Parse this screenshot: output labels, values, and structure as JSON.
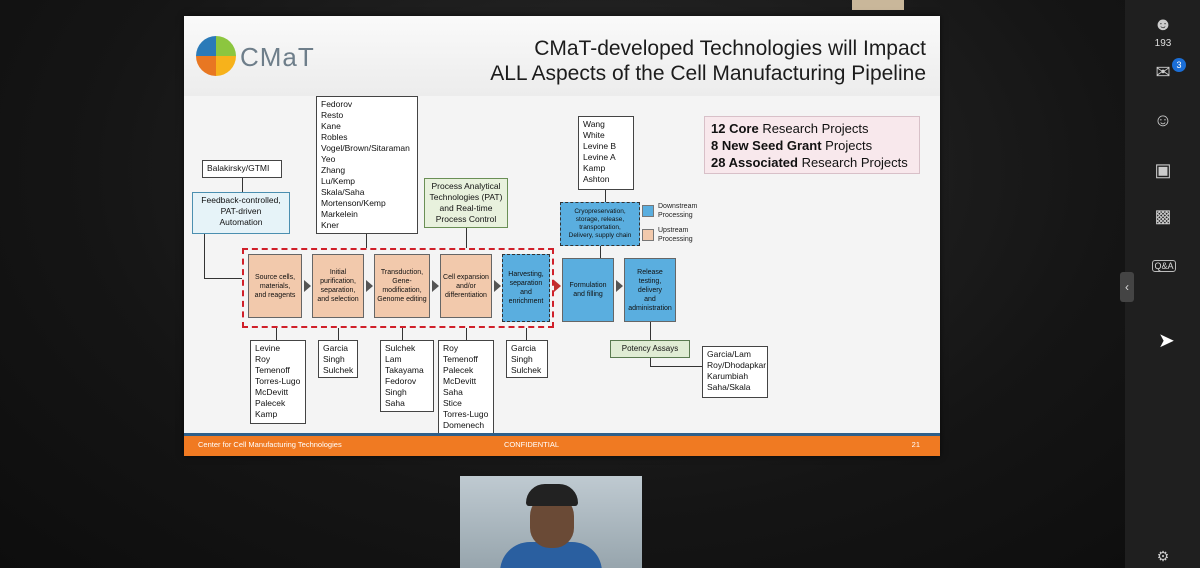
{
  "slide": {
    "logo_text": "CMaT",
    "title_line1": "CMaT-developed Technologies will Impact",
    "title_line2": "ALL Aspects of the Cell Manufacturing Pipeline",
    "footer_left": "Center for Cell Manufacturing Technologies",
    "footer_center": "CONFIDENTIAL",
    "page_number": "21"
  },
  "boxes": {
    "balakirsky": "Balakirsky/GTMI",
    "feedback": [
      "Feedback-controlled,",
      "PAT-driven",
      "Automation"
    ],
    "names_top": [
      "Fedorov",
      "Resto",
      "Kane",
      "Robles",
      "Vogel/Brown/Sitaraman",
      "Yeo",
      "Zhang",
      "Lu/Kemp",
      "Skala/Saha",
      "Mortenson/Kemp",
      "Markelein",
      "Kner"
    ],
    "pat": [
      "Process Analytical",
      "Technologies (PAT)",
      "and Real-time",
      "Process Control"
    ],
    "names_wang": [
      "Wang",
      "White",
      "Levine B",
      "Levine A",
      "Kamp",
      "Ashton"
    ],
    "cryo": [
      "Cryopreservation,",
      "storage, release,",
      "transportation,",
      "Delivery, supply chain"
    ]
  },
  "stats": {
    "line1_bold": "12 Core",
    "line1_rest": " Research Projects",
    "line2_bold": "8 New Seed Grant",
    "line2_rest": " Projects",
    "line3_bold": "28 Associated",
    "line3_rest": " Research Projects"
  },
  "legend": {
    "downstream": [
      "Downstream",
      "Processing"
    ],
    "upstream": [
      "Upstream",
      "Processing"
    ]
  },
  "process": [
    [
      "Source cells,",
      "materials,",
      "and reagents"
    ],
    [
      "Initial",
      "purification,",
      "separation,",
      "and selection"
    ],
    [
      "Transduction,",
      "Gene-",
      "modification,",
      "Genome editing"
    ],
    [
      "Cell expansion",
      "and/or",
      "differentiation"
    ],
    [
      "Harvesting,",
      "separation",
      "and",
      "enrichment"
    ],
    [
      "Formulation",
      "and filling"
    ],
    [
      "Release",
      "testing,",
      "delivery",
      "and",
      "administration"
    ]
  ],
  "bottom": {
    "col1": [
      "Levine",
      "Roy",
      "Temenoff",
      "Torres-Lugo",
      "McDevitt",
      "Palecek",
      "Kamp"
    ],
    "col2": [
      "Garcia",
      "Singh",
      "Sulchek"
    ],
    "col3": [
      "Sulchek",
      "Lam",
      "Takayama",
      "Fedorov",
      "Singh",
      "Saha"
    ],
    "col4": [
      "Roy",
      "Temenoff",
      "Palecek",
      "McDevitt",
      "Saha",
      "Stice",
      "Torres-Lugo",
      "Domenech"
    ],
    "col5": [
      "Garcia",
      "Singh",
      "Sulchek"
    ],
    "potency": "Potency Assays",
    "col7": [
      "Garcia/Lam",
      "Roy/Dhodapkar",
      "Karumbiah",
      "Saha/Skala"
    ]
  },
  "sidebar": {
    "participants_count": "193",
    "chat_badge": "3",
    "qa_label": "Q&A"
  },
  "colors": {
    "upstream": "#f2c9ac",
    "downstream": "#5aaedf",
    "footer": "#f07a22",
    "highlight": "#d0202a"
  }
}
